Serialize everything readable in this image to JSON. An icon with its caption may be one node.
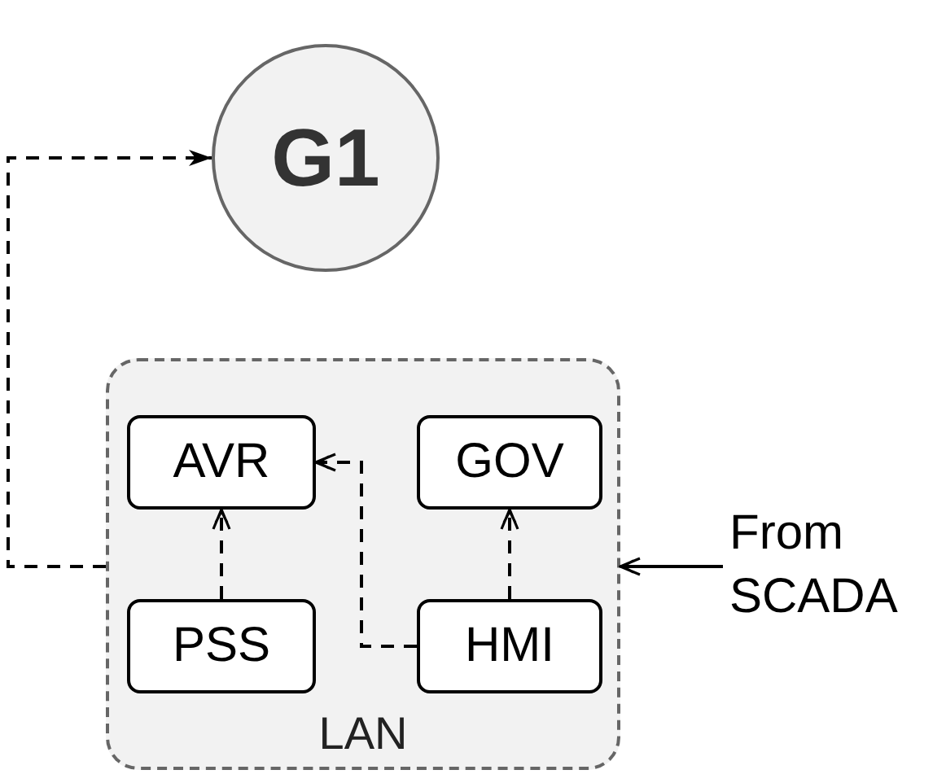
{
  "diagram": {
    "nodes": [
      {
        "text": [
          "G1"
        ]
      },
      {
        "text": [
          "LAN"
        ]
      },
      {
        "text": [
          "AVR"
        ],
        "in": 1
      },
      {
        "text": [
          "GOV"
        ],
        "in": 1
      },
      {
        "text": [
          "PSS"
        ],
        "in": 1
      },
      {
        "text": [
          "HMI"
        ],
        "in": 1
      },
      {
        "text": [
          "From SCADA"
        ]
      }
    ],
    "edges": [
      {
        "from": 1,
        "to": 0,
        "arrow": "to",
        "style": "dashed"
      },
      {
        "from": 4,
        "to": 2,
        "arrow": "to",
        "style": "dashed"
      },
      {
        "from": 5,
        "to": 2,
        "arrow": "to",
        "style": "dashed"
      },
      {
        "from": 5,
        "to": 3,
        "arrow": "to",
        "style": "dashed"
      },
      {
        "from": 6,
        "to": 1,
        "arrow": "to"
      }
    ]
  }
}
